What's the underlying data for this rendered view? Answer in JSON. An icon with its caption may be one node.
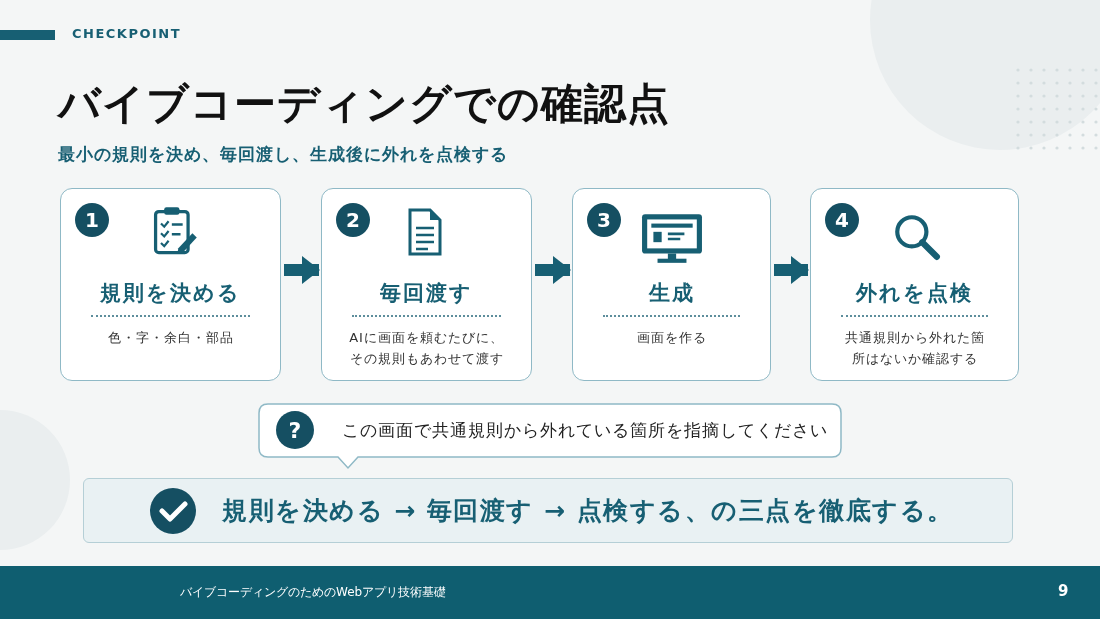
{
  "diagram": {
    "title": "バイブコーディングでの確認点",
    "nodes": [
      {
        "text": [
          "1",
          "規則を決める",
          "色・字・余白・部品"
        ]
      },
      {
        "text": [
          "2",
          "毎回渡す",
          "AIに画面を頼むたびに、その規則もあわせて渡す"
        ]
      },
      {
        "text": [
          "3",
          "生成",
          "画面を作る"
        ]
      },
      {
        "text": [
          "4",
          "外れを点検",
          "共通規則から外れた箇所はないか確認する"
        ]
      },
      {
        "text": [
          "?",
          "この画面で共通規則から外れている箇所を指摘してください"
        ]
      },
      {
        "text": [
          "規則を決める → 毎回渡す → 点検する、の三点を徹底する。"
        ]
      }
    ],
    "edges": [
      {
        "from": 0,
        "to": 1,
        "arrow": "to"
      },
      {
        "from": 1,
        "to": 2,
        "arrow": "to"
      },
      {
        "from": 2,
        "to": 3,
        "arrow": "to"
      }
    ],
    "labels": [
      "CHECKPOINT",
      "最小の規則を決め、毎回渡し、生成後に外れを点検する",
      "バイブコーディングのためのWebアプリ技術基礎",
      "9"
    ]
  }
}
